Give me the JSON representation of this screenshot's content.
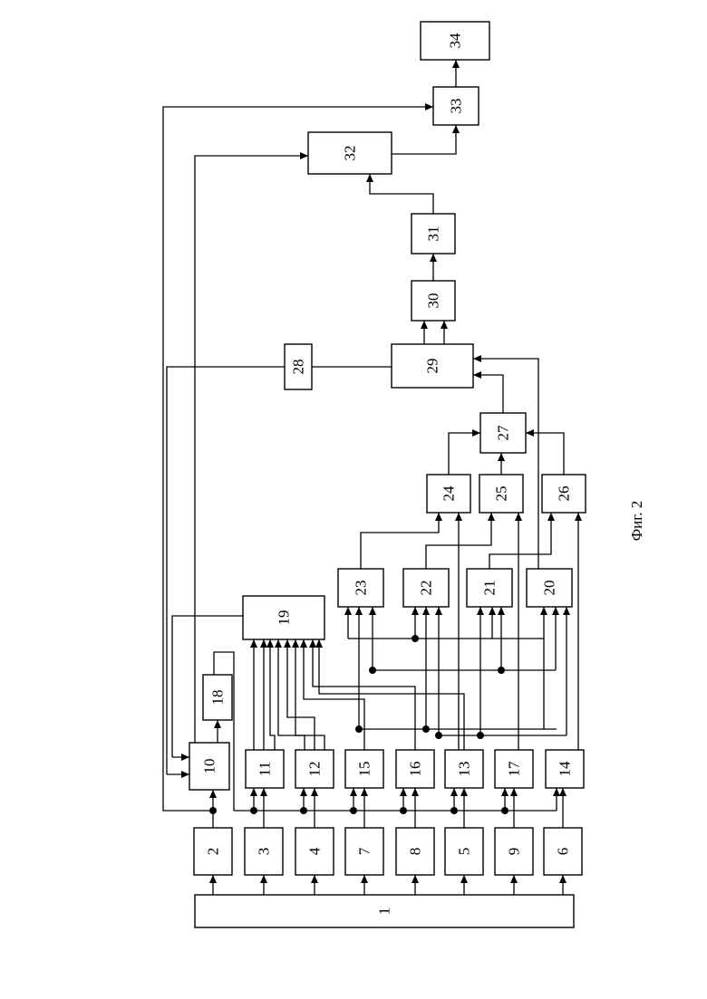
{
  "blocks": [
    {
      "id": "1",
      "label": "1"
    },
    {
      "id": "2",
      "label": "2"
    },
    {
      "id": "3",
      "label": "3"
    },
    {
      "id": "4",
      "label": "4"
    },
    {
      "id": "5",
      "label": "5"
    },
    {
      "id": "6",
      "label": "6"
    },
    {
      "id": "7",
      "label": "7"
    },
    {
      "id": "8",
      "label": "8"
    },
    {
      "id": "9",
      "label": "9"
    },
    {
      "id": "10",
      "label": "10"
    },
    {
      "id": "11",
      "label": "11"
    },
    {
      "id": "12",
      "label": "12"
    },
    {
      "id": "13",
      "label": "13"
    },
    {
      "id": "14",
      "label": "14"
    },
    {
      "id": "15",
      "label": "15"
    },
    {
      "id": "16",
      "label": "16"
    },
    {
      "id": "17",
      "label": "17"
    },
    {
      "id": "18",
      "label": "18"
    },
    {
      "id": "19",
      "label": "19"
    },
    {
      "id": "20",
      "label": "20"
    },
    {
      "id": "21",
      "label": "21"
    },
    {
      "id": "22",
      "label": "22"
    },
    {
      "id": "23",
      "label": "23"
    },
    {
      "id": "24",
      "label": "24"
    },
    {
      "id": "25",
      "label": "25"
    },
    {
      "id": "26",
      "label": "26"
    },
    {
      "id": "27",
      "label": "27"
    },
    {
      "id": "28",
      "label": "28"
    },
    {
      "id": "29",
      "label": "29"
    },
    {
      "id": "30",
      "label": "30"
    },
    {
      "id": "31",
      "label": "31"
    },
    {
      "id": "32",
      "label": "32"
    },
    {
      "id": "33",
      "label": "33"
    },
    {
      "id": "34",
      "label": "34"
    }
  ],
  "caption": "Фиг. 2"
}
